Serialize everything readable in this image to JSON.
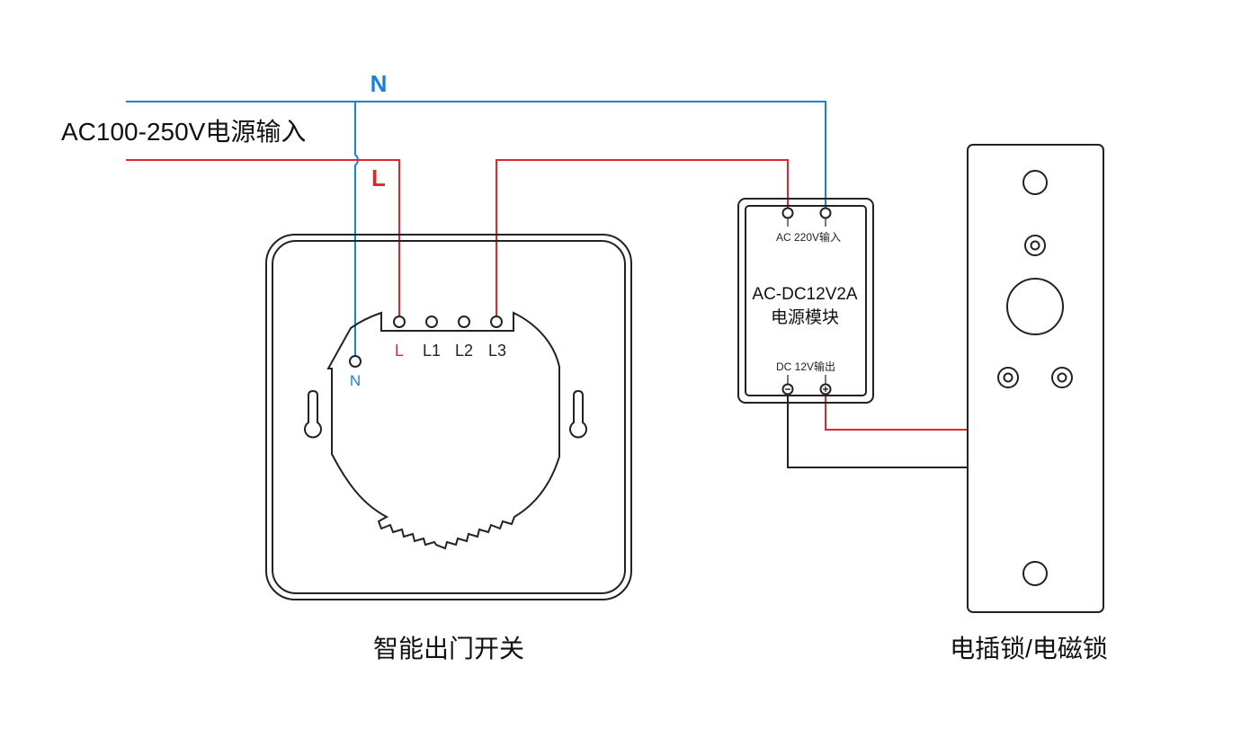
{
  "labels": {
    "neutral": "N",
    "live": "L",
    "power_input": "AC100-250V电源输入",
    "switch_title": "智能出门开关",
    "lock_title": "电插锁/电磁锁"
  },
  "switch": {
    "terminals": [
      "L",
      "L1",
      "L2",
      "L3"
    ],
    "neutral_terminal": "N"
  },
  "module": {
    "input_label": "AC 220V输入",
    "name_line1": "AC-DC12V2A",
    "name_line2": "电源模块",
    "output_label": "DC 12V输出"
  },
  "colors": {
    "neutral_wire": "#1a80d9",
    "live_wire": "#e0262b",
    "dc_negative_wire": "#222222",
    "outline": "#222222"
  }
}
